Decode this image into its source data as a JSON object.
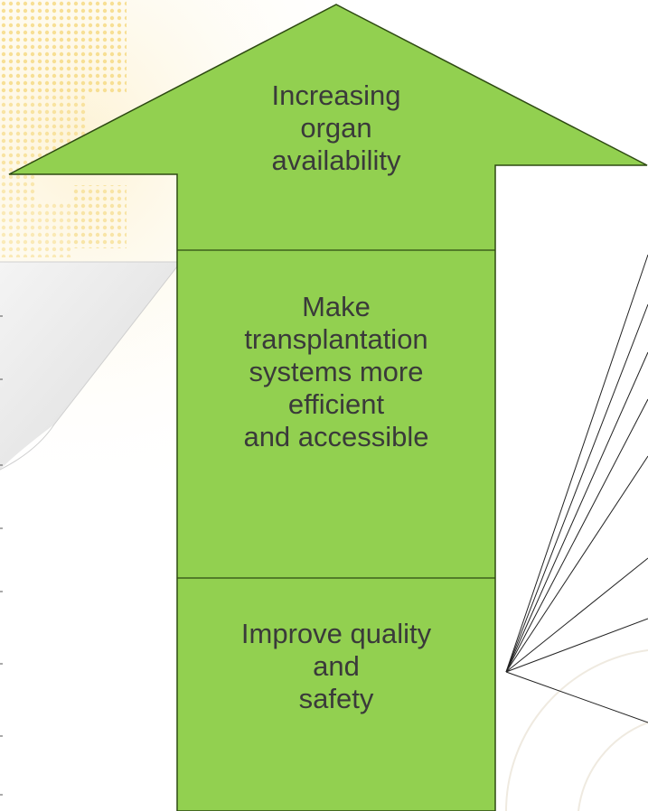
{
  "arrow": {
    "fill_color": "#92d050",
    "text_color": "#3a3a3a",
    "sections": [
      {
        "text": "Increasing\norgan\navailability"
      },
      {
        "text": "Make\ntransplantation\nsystems more\nefficient\nand accessible"
      },
      {
        "text": "Improve quality\nand\nsafety"
      }
    ]
  },
  "background": {
    "dot_color": "#f6dc8a",
    "panel_color": "#e8e8e8"
  }
}
